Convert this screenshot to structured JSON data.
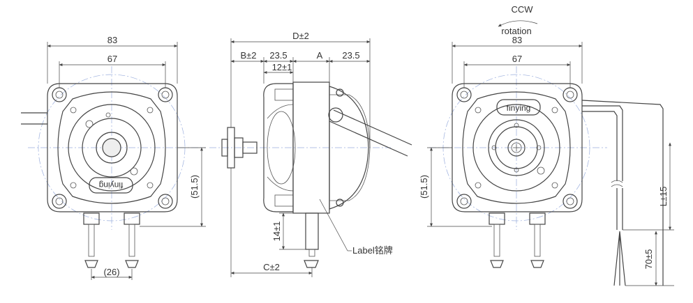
{
  "rotation": {
    "direction": "CCW",
    "label": "rotation"
  },
  "front_view": {
    "dim_width_outer": "83",
    "dim_width_inner": "67",
    "dim_height": "(51.5)",
    "dim_pin_spacing": "(26)",
    "brand": "finying"
  },
  "side_view": {
    "dim_total": "D±2",
    "dim_b": "B±2",
    "dim_23_5_left": "23.5",
    "dim_12": "12±1",
    "dim_a": "A",
    "dim_23_5_right": "23.5",
    "dim_14": "14±1",
    "dim_c": "C±2",
    "label_callout": "Label铭牌"
  },
  "rear_view": {
    "dim_width_outer": "83",
    "dim_width_inner": "67",
    "dim_height": "(51.5)",
    "brand": "finying",
    "dim_lead_length": "L±15",
    "dim_strip": "70±5"
  },
  "colors": {
    "line": "#444444",
    "centerline": "#9aaedd",
    "text": "#333333"
  }
}
